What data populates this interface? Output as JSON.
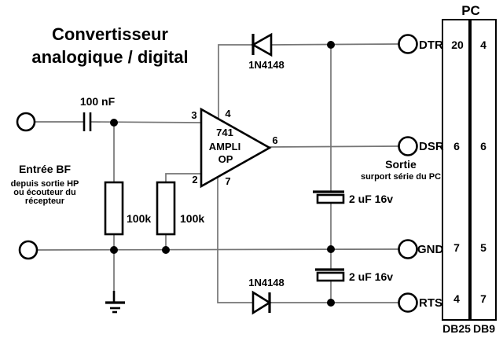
{
  "title": {
    "line1": "Convertisseur",
    "line2": "analogique / digital"
  },
  "input": {
    "coupling_cap_label": "100 nF",
    "note_heading": "Entrée BF",
    "note_line1": "depuis sortie HP",
    "note_line2": "ou écouteur du",
    "note_line3": "récepteur"
  },
  "resistors": {
    "r1_label": "100k",
    "r2_label": "100k"
  },
  "opamp": {
    "part": "741",
    "name1": "AMPLI",
    "name2": "OP",
    "pins": {
      "pin3": "3",
      "pin4": "4",
      "pin2": "2",
      "pin7": "7",
      "pin6": "6"
    }
  },
  "diodes": {
    "top_label": "1N4148",
    "bottom_label": "1N4148"
  },
  "capacitors": {
    "c1_label": "2 uF 16v",
    "c2_label": "2 uF 16v"
  },
  "output": {
    "heading": "Sortie",
    "sub": "surport série du  PC"
  },
  "terminals": {
    "dtr": "DTR",
    "dsr": "DSR",
    "gnd": "GND",
    "rts": "RTS"
  },
  "connector": {
    "title": "PC",
    "rows": [
      {
        "signal": "DTR",
        "db25": "20",
        "db9": "4"
      },
      {
        "signal": "DSR",
        "db25": "6",
        "db9": "6"
      },
      {
        "signal": "GND",
        "db25": "7",
        "db9": "5"
      },
      {
        "signal": "RTS",
        "db25": "4",
        "db9": "7"
      }
    ],
    "footer_left": "DB25",
    "footer_right": "DB9"
  },
  "colors": {
    "background": "#ffffff",
    "wire": "#757575",
    "component": "#000000",
    "text": "#000000"
  }
}
